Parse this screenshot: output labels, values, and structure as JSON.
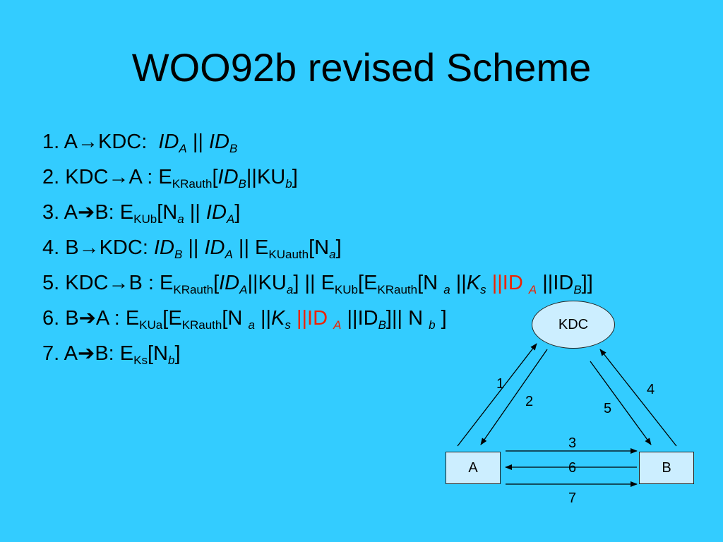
{
  "title": "WOO92b revised Scheme",
  "steps": [
    {
      "num": "1.",
      "a": "A",
      "arrow": "→",
      "b": "KDC:",
      "idA": "ID",
      "idA_sub": "A",
      "sep": "||",
      "idB": "ID",
      "idB_sub": "B"
    },
    {
      "num": "2.",
      "a": "KDC",
      "arrow": "→",
      "b": "A :",
      "e": "E",
      "e_sub": "KRauth",
      "lb": "[",
      "idB": "ID",
      "idB_sub": "B",
      "sep": "||",
      "ku": "KU",
      "ku_sub": "b",
      "rb": "]"
    },
    {
      "num": "3.",
      "a": "A",
      "arrow": "➔",
      "b": "B:",
      "e": "E",
      "e_sub": "KUb",
      "lb": "[",
      "n": "N",
      "n_sub": "a",
      "sep": "||",
      "idA": "ID",
      "idA_sub": "A",
      "rb": "]"
    },
    {
      "num": "4.",
      "a": "B",
      "arrow": "→",
      "b": "KDC:",
      "idB": "ID",
      "idB_sub": "B",
      "sep1": "||",
      "idA": "ID",
      "idA_sub": "A",
      "sep2": "||",
      "e": "E",
      "e_sub": "KUauth",
      "lb": "[",
      "n": "N",
      "n_sub": "a",
      "rb": "]"
    },
    {
      "num": "5.",
      "a": "KDC",
      "arrow": "→",
      "b": "B :",
      "e1": "E",
      "e1_sub": "KRauth",
      "lb1": "[",
      "idA": "ID",
      "idA_sub": "A",
      "sep1": "||",
      "ku": "KU",
      "ku_sub": "a",
      "rb1": "]",
      "sep2": "||",
      "e2": "E",
      "e2_sub": "KUb",
      "lb2": "[",
      "e3": "E",
      "e3_sub": "KRauth",
      "lb3": "[",
      "n": "N",
      "n_sub": "a",
      "sep3": "||",
      "k": "K",
      "k_sub": "s",
      "red_sep": "||",
      "red_id": "ID",
      "red_sub": "A",
      "sep4": "||",
      "idB": "ID",
      "idB_sub": "B",
      "rb2": "]]"
    },
    {
      "num": "6.",
      "a": "B",
      "arrow": "➔",
      "b": "A :",
      "e1": "E",
      "e1_sub": "KUa",
      "lb1": "[",
      "e2": "E",
      "e2_sub": "KRauth",
      "lb2": "[",
      "n": "N",
      "n_sub": "a",
      "sep1": "||",
      "k": "K",
      "k_sub": "s",
      "red_sep": "||",
      "red_id": "ID",
      "red_sub": "A",
      "sep2": "||",
      "idB": "ID",
      "idB_sub": "B",
      "rb": "]||",
      "nb": "N",
      "nb_sub": "b",
      "rb2": "]"
    },
    {
      "num": "7.",
      "a": "A",
      "arrow": "➔",
      "b": "B:",
      "e": "E",
      "e_sub": "Ks",
      "lb": "[",
      "n": "N",
      "n_sub": "b",
      "rb": "]"
    }
  ],
  "diagram": {
    "kdc_label": "KDC",
    "a_label": "A",
    "b_label": "B",
    "arrow_labels": [
      "1",
      "2",
      "3",
      "4",
      "5",
      "6",
      "7"
    ]
  },
  "colors": {
    "background": "#33CCFF",
    "box_fill": "#CCEEFF",
    "highlight": "#EE2200"
  }
}
